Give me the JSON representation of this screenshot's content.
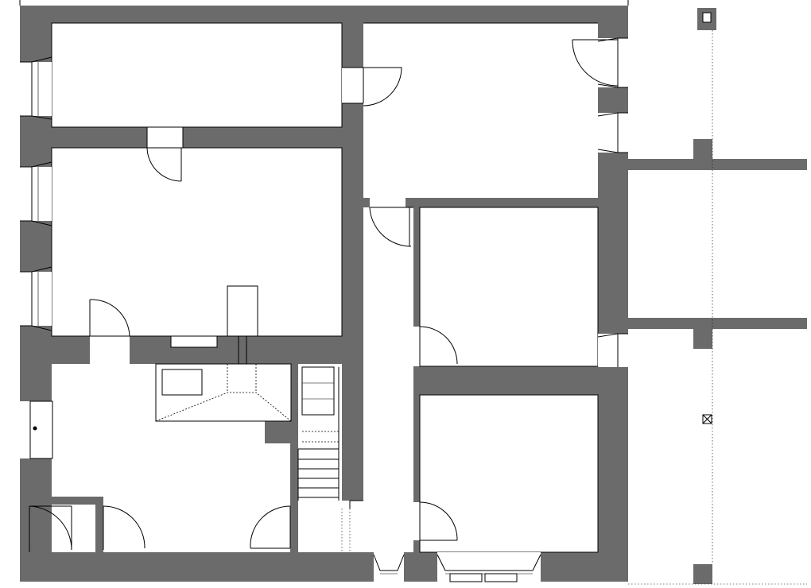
{
  "drawing": {
    "colors": {
      "wall": "#6b6b6b",
      "ink": "#000000",
      "background": "#ffffff"
    },
    "elements": [
      "exterior-walls",
      "interior-walls",
      "door-swings",
      "window-openings",
      "staircase",
      "fireplace-hood",
      "porch-beams",
      "porch-posts"
    ]
  }
}
